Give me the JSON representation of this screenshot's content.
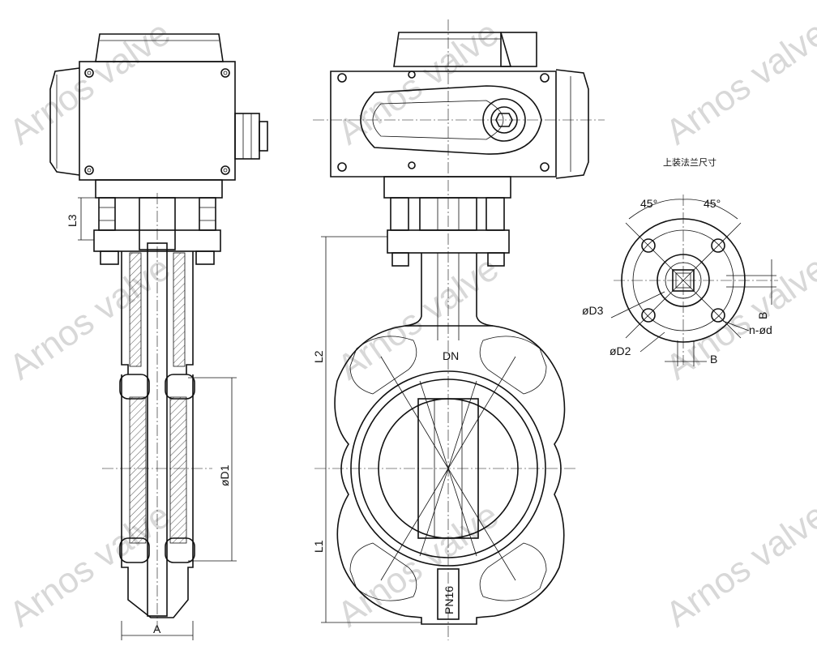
{
  "watermark": "Arnos valve",
  "labels": {
    "l3": "L3",
    "l2": "L2",
    "l1": "L1",
    "a": "A",
    "d1": "øD1",
    "dn": "DN",
    "pn": "PN16",
    "flange_title": "上装法兰尺寸",
    "angle1": "45°",
    "angle2": "45°",
    "d3": "øD3",
    "d2": "øD2",
    "nd": "n-ød",
    "b_horiz": "B",
    "b_vert": "B"
  }
}
